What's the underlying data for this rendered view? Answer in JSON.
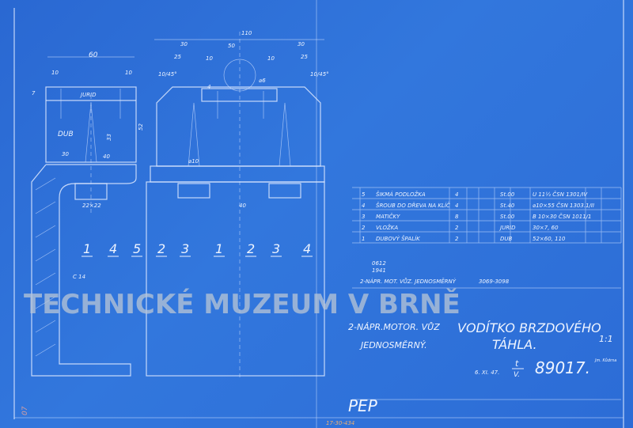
{
  "drawing": {
    "dimensions": {
      "d60": "60",
      "d10a": "10",
      "d10b": "10",
      "d7": "7",
      "d1045a": "10/45°",
      "d30a": "30",
      "d110": "110",
      "d50": "50",
      "d25a": "25",
      "d10c": "10",
      "d10d": "10",
      "d25b": "25",
      "d30b": "30",
      "d1045b": "10/45°",
      "d52": "52",
      "d33": "33",
      "d30c": "30",
      "d40": "40",
      "d2222": "22×22",
      "d40b": "40",
      "dphi10": "⌀10",
      "dphi6": "⌀6",
      "d4": "4"
    },
    "labels": {
      "jurid": "JURID",
      "dub": "DUB",
      "profile": "C 14"
    },
    "part_numbers": [
      "1",
      "4",
      "5",
      "2",
      "3",
      "1",
      "2",
      "3",
      "4"
    ]
  },
  "parts_list": [
    {
      "no": "5",
      "name": "ŠIKMÁ PODLOŽKA",
      "qty": "4",
      "material": "St.00",
      "spec": "U 11½  ČSN 1301/IV"
    },
    {
      "no": "4",
      "name": "ŠROUB DO DŘEVA NA KLÍČ",
      "qty": "4",
      "material": "St.40",
      "spec": "⌀10×55  ČSN 1303.1/II"
    },
    {
      "no": "3",
      "name": "MATIČKY",
      "qty": "8",
      "material": "St.00",
      "spec": "B 10×30  ČSN 1011/1"
    },
    {
      "no": "2",
      "name": "VLOŽKA",
      "qty": "2",
      "material": "JURID",
      "spec": "30×7, 60"
    },
    {
      "no": "1",
      "name": "DUBOVÝ ŠPALÍK",
      "qty": "2",
      "material": "DUB",
      "spec": "52×60, 110"
    }
  ],
  "notes": {
    "code": "0612",
    "year": "1941",
    "vehicle_ref": "2-NÁPR. MOT. VŮZ. JEDNOSMĚRNÝ",
    "range": "3069-3098"
  },
  "title_block": {
    "vehicle_line1": "2-NÁPR.MOTOR. VŮZ",
    "vehicle_line2": "JEDNOSMĚRNÝ.",
    "title_line1": "VODÍTKO BRZDOVÉHO",
    "title_line2": "TÁHLA.",
    "scale": "1:1",
    "date": "6. XI. 47.",
    "type_top": "t",
    "type_bottom": "V.",
    "drawing_number": "89017.",
    "signature": "Jm. Kůdrna",
    "company": "PEP",
    "archive_no": "17-30-434",
    "margin_mark": "07"
  },
  "watermark": "TECHNICKÉ MUZEUM V BRNĚ"
}
